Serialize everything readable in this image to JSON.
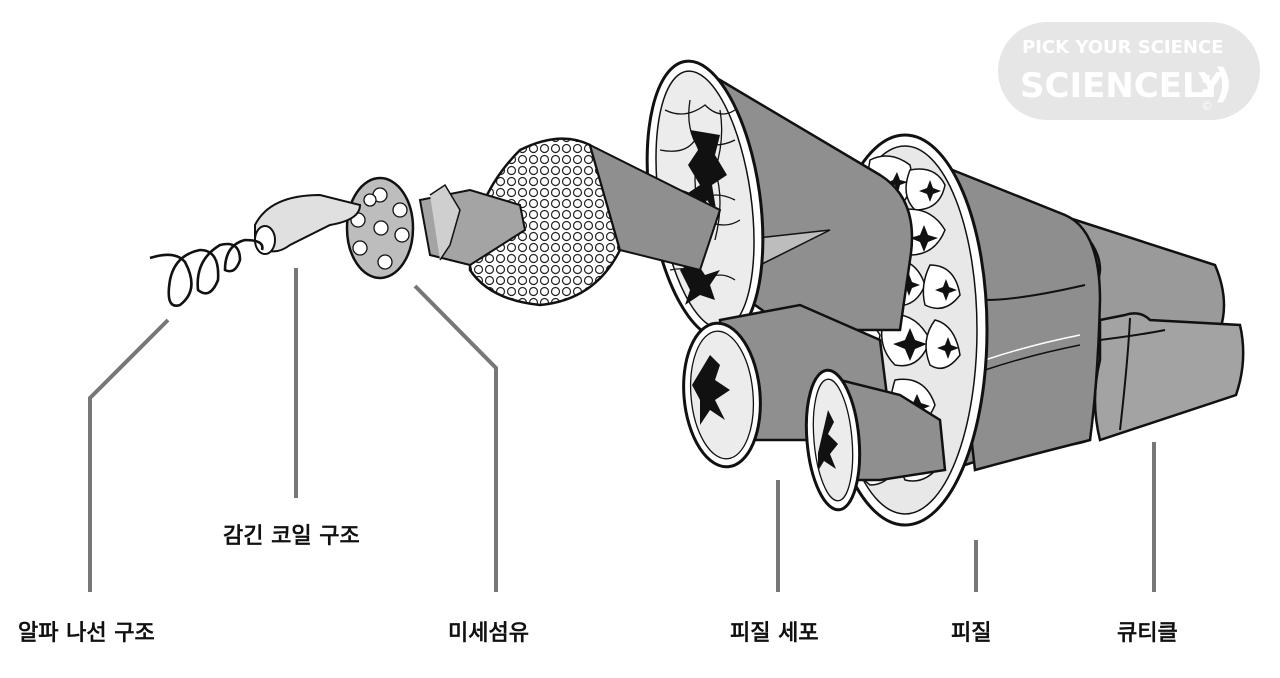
{
  "labels": {
    "alpha_helix": "알파 나선 구조",
    "coiled_coil": "감긴 코일 구조",
    "microfibril": "미세섬유",
    "cortical_cell": "피질 세포",
    "cortex": "피질",
    "cuticle": "큐티클"
  },
  "logo": {
    "line1": "PICK YOUR SCIENCE",
    "line2": "SCIENCELY",
    "smile": ":)",
    "copyright": "©"
  },
  "colors": {
    "fill_gray": "#9a9a9a",
    "dark_gray": "#6f6f6f",
    "section_fill": "#d9d9d9",
    "leader_line": "#777777",
    "ink": "#111111",
    "logo_bg": "#e6e6e6"
  }
}
